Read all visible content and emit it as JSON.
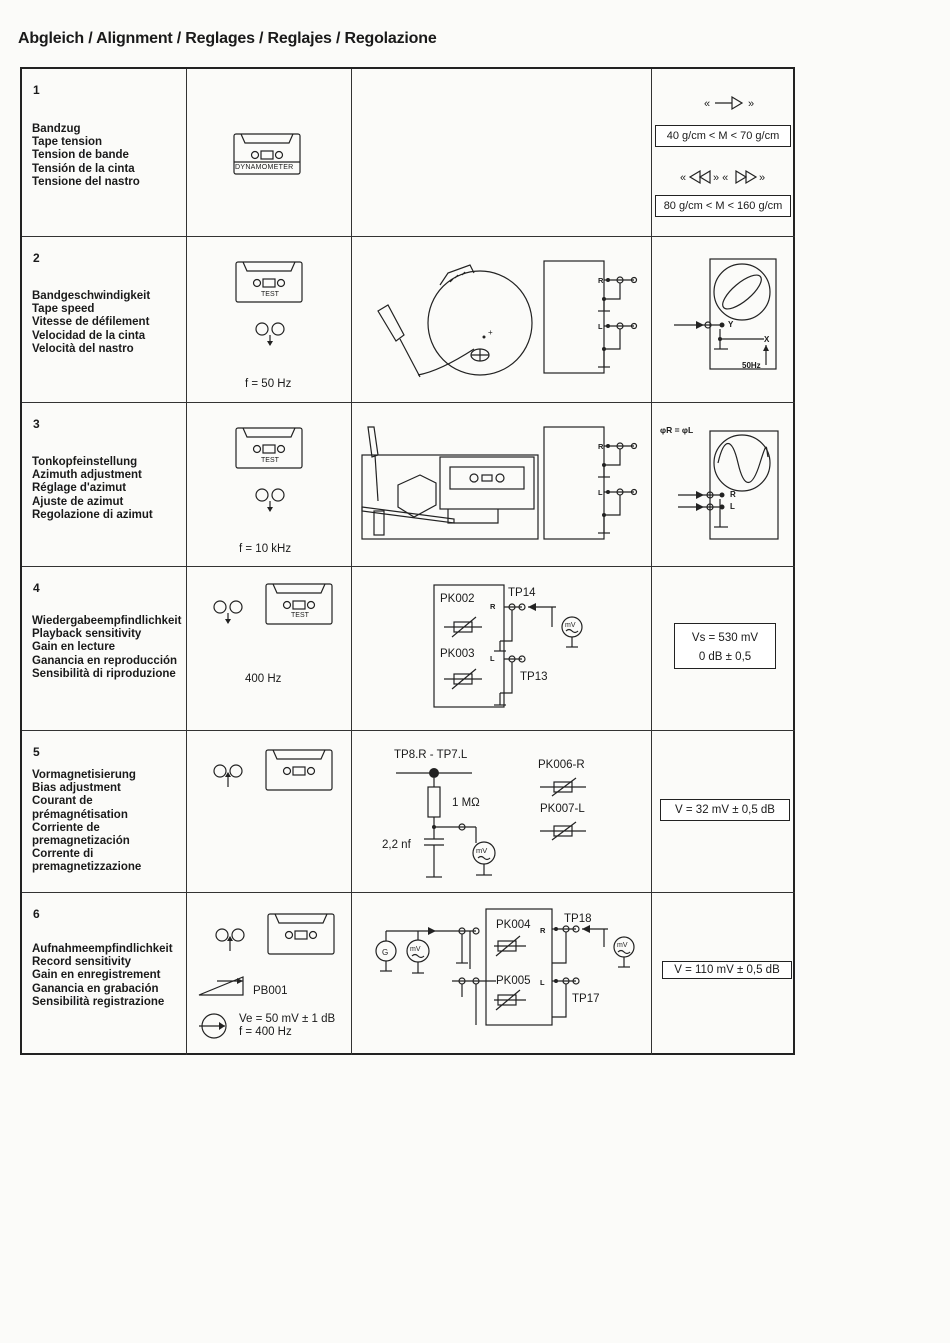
{
  "title": "Abgleich / Alignment / Reglages / Reglajes / Regolazione",
  "rows": [
    {
      "number": "1",
      "names": [
        "Bandzug",
        "Tape tension",
        "Tension de bande",
        "Tensión de la cinta",
        "Tensione del nastro"
      ],
      "cassette_label": "DYNAMOMETER",
      "spec_1": "40 g/cm < M < 70 g/cm",
      "spec_2": "80 g/cm < M < 160 g/cm"
    },
    {
      "number": "2",
      "names": [
        "Bandgeschwindigkeit",
        "Tape speed",
        "Vitesse de défilement",
        "Velocidad de la cinta",
        "Velocità del nastro"
      ],
      "cassette_label": "TEST",
      "freq": "f = 50 Hz",
      "pin_r": "R",
      "pin_l": "L",
      "scope_y": "Y",
      "scope_x": "X",
      "scope_freq": "50Hz"
    },
    {
      "number": "3",
      "names": [
        "Tonkopfeinstellung",
        "Azimuth adjustment",
        "Réglage d'azimut",
        "Ajuste de azimut",
        "Regolazione di azimut"
      ],
      "cassette_label": "TEST",
      "freq": "f = 10 kHz",
      "pin_r": "R",
      "pin_l": "L",
      "phase": "φR = φL"
    },
    {
      "number": "4",
      "names": [
        "Wiedergabeempfindlichkeit",
        "Playback sensitivity",
        "Gain en lecture",
        "Ganancia en reproducción",
        "Sensibilità di riproduzione"
      ],
      "cassette_label": "TEST",
      "freq": "400 Hz",
      "pk_a": "PK002",
      "pk_b": "PK003",
      "tp_a": "TP14",
      "tp_b": "TP13",
      "pin_r": "R",
      "pin_l": "L",
      "meter": "mV",
      "spec_1": "Vs = 530 mV",
      "spec_2": "0 dB ± 0,5"
    },
    {
      "number": "5",
      "names": [
        "Vormagnetisierung",
        "Bias adjustment",
        "Courant  de",
        "prémagnétisation",
        "Corriente de",
        "premagnetización",
        "Corrente di",
        "premagnetizzazione"
      ],
      "tp": "TP8.R - TP7.L",
      "resistor": "1 MΩ",
      "capacitor": "2,2 nf",
      "meter": "mV",
      "pk_r": "PK006-R",
      "pk_l": "PK007-L",
      "spec": "V = 32 mV ± 0,5 dB"
    },
    {
      "number": "6",
      "names": [
        "Aufnahmeempfindlichkeit",
        "Record sensitivity",
        "Gain en enregistrement",
        "Ganancia en grabación",
        "Sensibilità registrazione"
      ],
      "pb": "PB001",
      "ve": "Ve = 50 mV ± 1 dB",
      "freq": "f = 400 Hz",
      "pk_a": "PK004",
      "pk_b": "PK005",
      "tp_a": "TP18",
      "tp_b": "TP17",
      "pin_r": "R",
      "pin_l": "L",
      "gen": "G",
      "meter": "mV",
      "spec": "V = 110 mV ± 0,5 dB"
    }
  ]
}
